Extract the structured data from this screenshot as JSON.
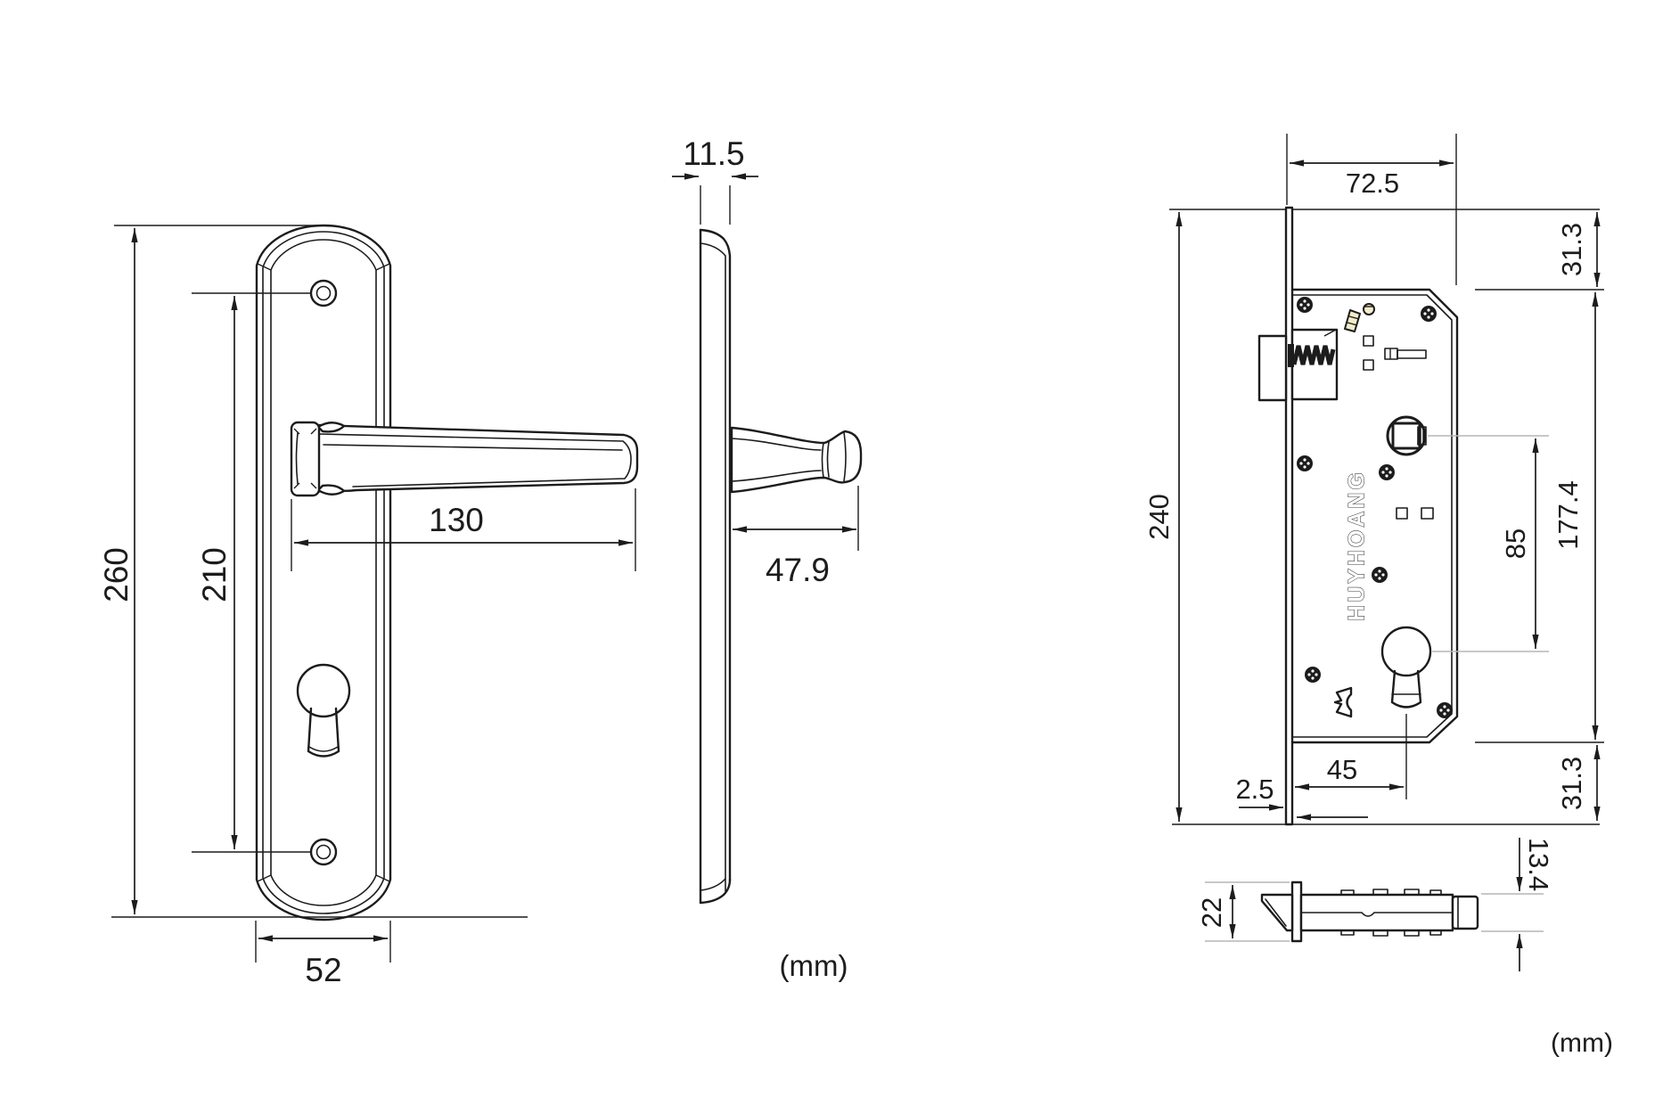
{
  "front_view": {
    "overall_height": "260",
    "screw_spacing": "210",
    "handle_length": "130",
    "plate_width": "52"
  },
  "side_view": {
    "plate_thickness": "11.5",
    "handle_depth": "47.9",
    "units": "(mm)"
  },
  "lock_view": {
    "case_width": "72.5",
    "top_margin": "31.3",
    "faceplate_length": "240",
    "case_length": "177.4",
    "center_distance": "85",
    "backset": "45",
    "faceplate_thickness": "2.5",
    "bottom_margin": "31.3",
    "brand": "HUYHOANG"
  },
  "bolt_view": {
    "faceplate_width": "22",
    "bolt_thickness": "13.4",
    "units": "(mm)"
  },
  "colors": {
    "line": "#1c1c1c",
    "brass_detail": "#f3ecc9",
    "guide_line": "#b5b5b5"
  }
}
